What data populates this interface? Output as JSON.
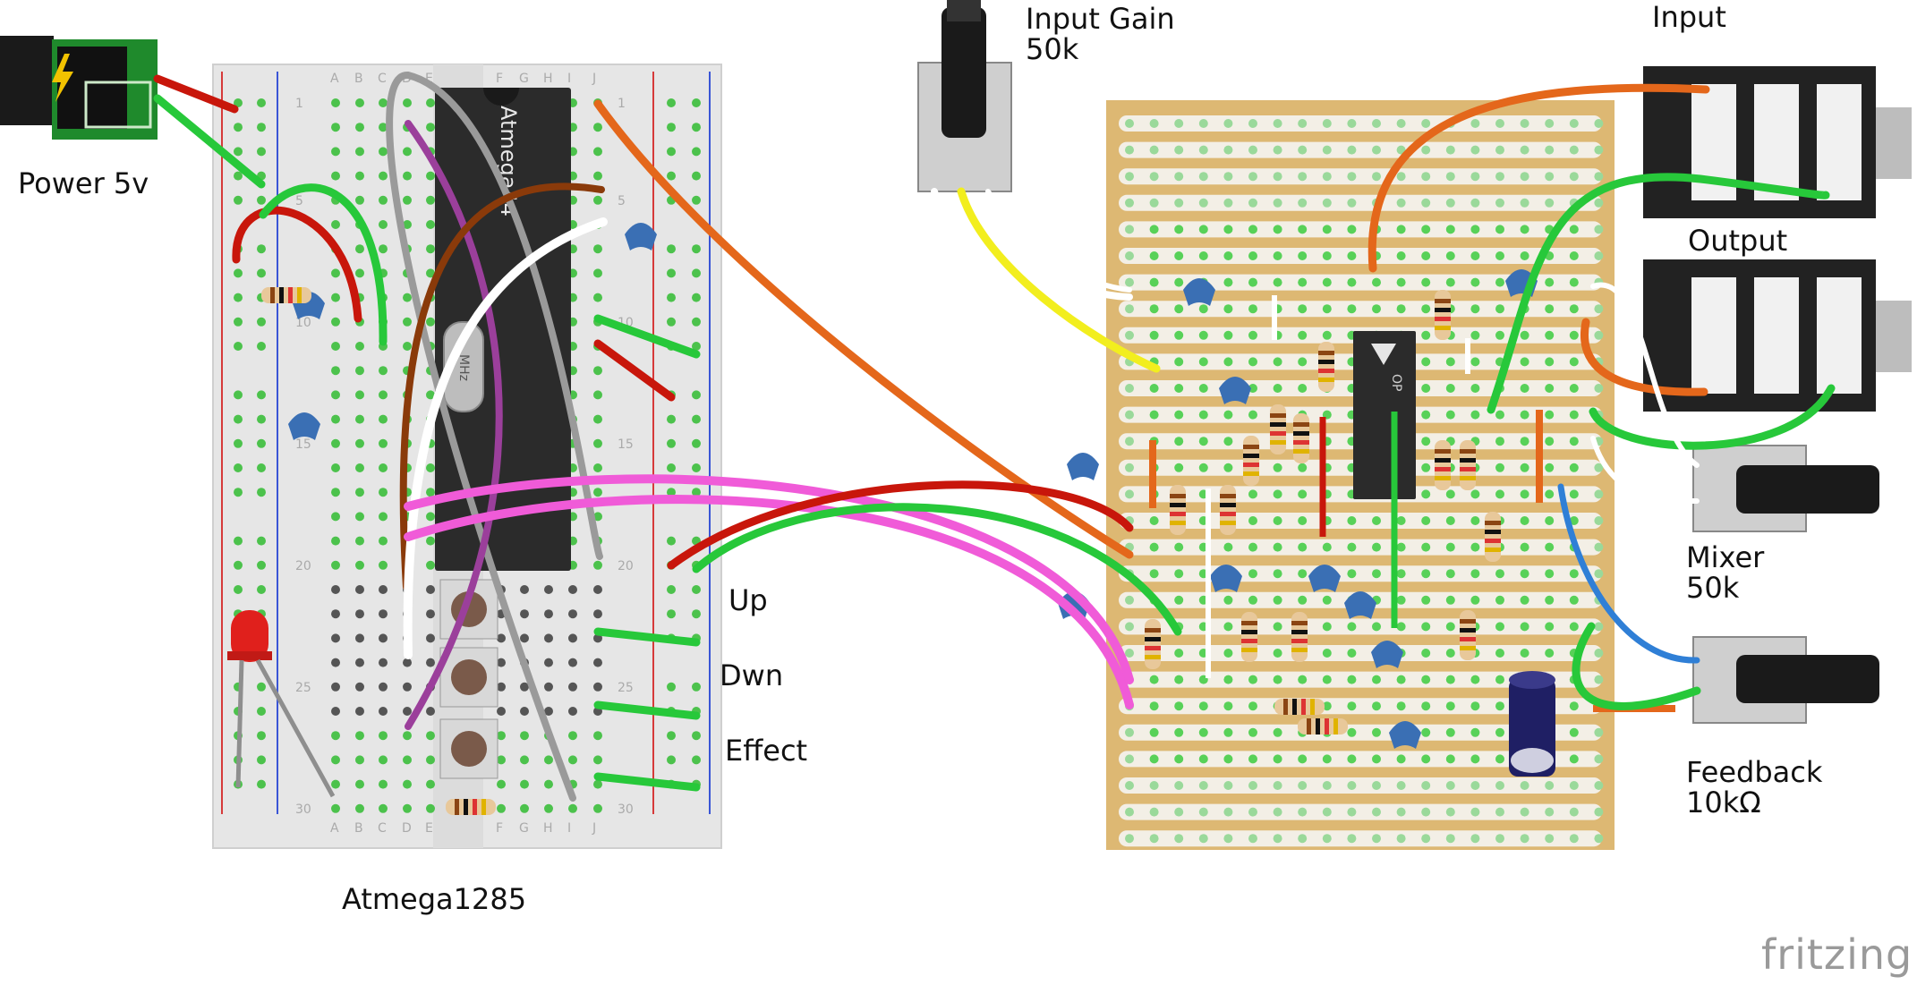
{
  "labels": {
    "power": "Power 5v",
    "mcu_board": "Atmega1285",
    "input_gain": "Input Gain",
    "input_gain_value": "50k",
    "input": "Input",
    "output": "Output",
    "mixer": "Mixer",
    "mixer_value": "50k",
    "feedback": "Feedback",
    "feedback_value": "10kΩ",
    "btn_up": "Up",
    "btn_down": "Dwn",
    "btn_effect": "Effect"
  },
  "chip_text": "Atmega44",
  "crystal_text": "MHz",
  "opamp_text": "OP",
  "breadboard": {
    "columns": [
      "A",
      "B",
      "C",
      "D",
      "E",
      "F",
      "G",
      "H",
      "I",
      "J"
    ],
    "row_numbers": [
      "1",
      "5",
      "10",
      "15",
      "20",
      "25",
      "30"
    ]
  },
  "brand": "fritzing",
  "colors": {
    "breadboard": "#e6e6e6",
    "stripboard": "#ddb873",
    "hole_green": "#5ed15e",
    "wire_red": "#c8160b",
    "wire_green": "#27c83a",
    "wire_orange": "#e4671b",
    "wire_brown": "#8a3a0a",
    "wire_purple": "#9b3f9b",
    "wire_pink": "#f05bd8",
    "wire_yellow": "#f2ee1e",
    "wire_blue": "#2f7fd6",
    "wire_gray": "#9a9a9a",
    "capacitor": "#3a6fb4",
    "chip": "#2b2b2b"
  }
}
